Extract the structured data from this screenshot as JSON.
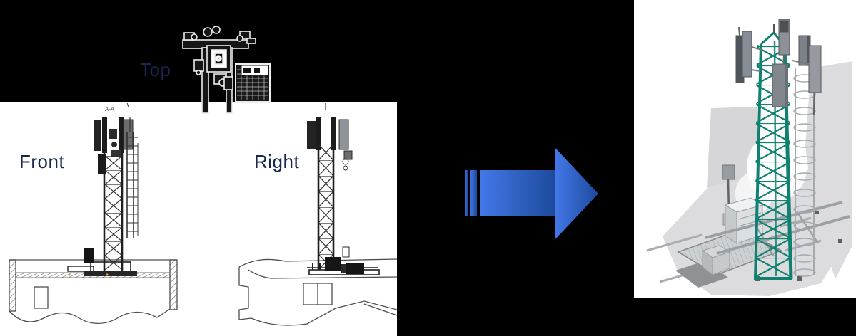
{
  "background_color": "#000000",
  "views_2d": {
    "panel_background": "#ffffff",
    "label_color": "#18274d",
    "line_color": "#2e2e2e",
    "top": {
      "label": "Top"
    },
    "front": {
      "label": "Front",
      "section_marker": "A-A"
    },
    "right": {
      "label": "Right"
    }
  },
  "transform_arrow": {
    "direction": "right",
    "gradient_start": "#4478e9",
    "gradient_end": "#1c4b9c"
  },
  "model_3d": {
    "panel_background": "#ffffff",
    "tower_color": "#0f8170",
    "roof_color": "#dcdcde",
    "shadow_color": "#8f9194",
    "antenna_color": "#878d94",
    "cage_color": "#a6aaae"
  }
}
